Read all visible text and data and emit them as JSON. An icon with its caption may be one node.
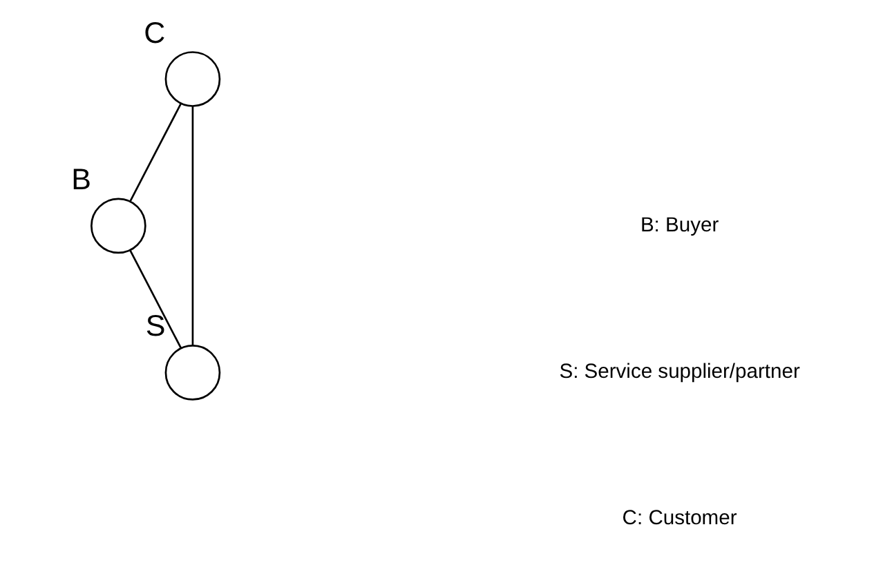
{
  "diagram": {
    "nodes": [
      {
        "text": [
          "C"
        ]
      },
      {
        "text": [
          "B"
        ]
      },
      {
        "text": [
          "S"
        ]
      }
    ],
    "edges": [
      {
        "from": 0,
        "to": 1,
        "arrow": "none"
      },
      {
        "from": 0,
        "to": 2,
        "arrow": "none"
      },
      {
        "from": 1,
        "to": 2,
        "arrow": "none"
      }
    ],
    "labels": [
      "B: Buyer",
      "S: Service supplier/partner",
      "C: Customer"
    ]
  }
}
